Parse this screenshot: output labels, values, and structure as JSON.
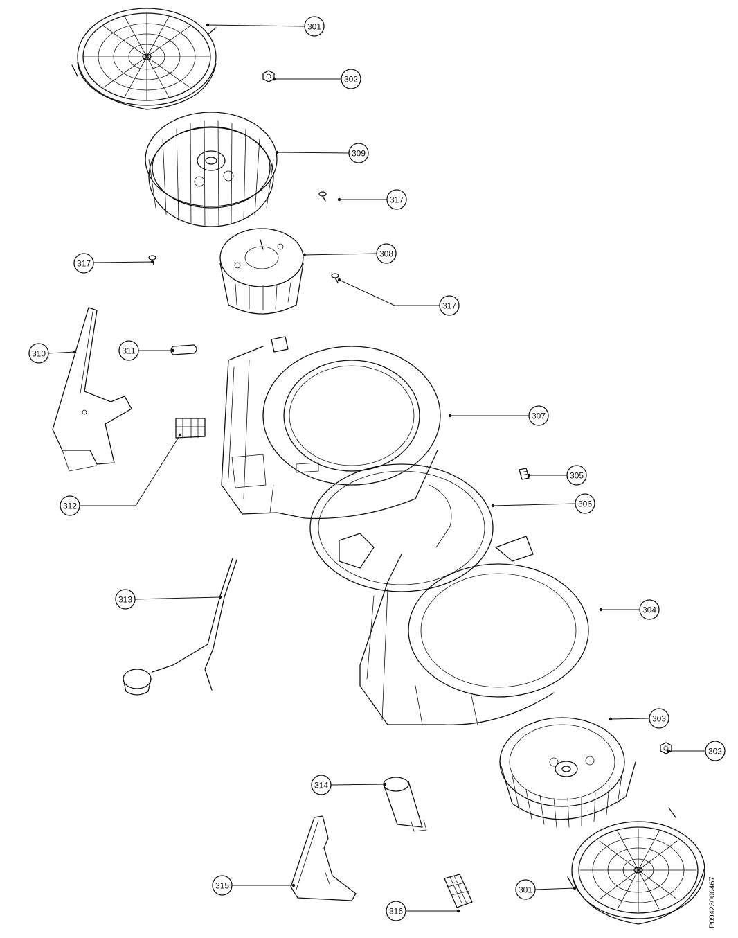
{
  "diagram": {
    "drawing_code": "P0942300046​7",
    "callouts": [
      {
        "id": "c301a",
        "label": "301"
      },
      {
        "id": "c302a",
        "label": "302"
      },
      {
        "id": "c309",
        "label": "309"
      },
      {
        "id": "c317a",
        "label": "317"
      },
      {
        "id": "c308",
        "label": "308"
      },
      {
        "id": "c317b",
        "label": "317"
      },
      {
        "id": "c317c",
        "label": "317"
      },
      {
        "id": "c310",
        "label": "310"
      },
      {
        "id": "c311",
        "label": "311"
      },
      {
        "id": "c307",
        "label": "307"
      },
      {
        "id": "c305",
        "label": "305"
      },
      {
        "id": "c306",
        "label": "306"
      },
      {
        "id": "c312",
        "label": "312"
      },
      {
        "id": "c313",
        "label": "313"
      },
      {
        "id": "c304",
        "label": "304"
      },
      {
        "id": "c303",
        "label": "303"
      },
      {
        "id": "c302b",
        "label": "302"
      },
      {
        "id": "c314",
        "label": "314"
      },
      {
        "id": "c315",
        "label": "315"
      },
      {
        "id": "c301b",
        "label": "301"
      },
      {
        "id": "c316",
        "label": "316"
      }
    ]
  }
}
